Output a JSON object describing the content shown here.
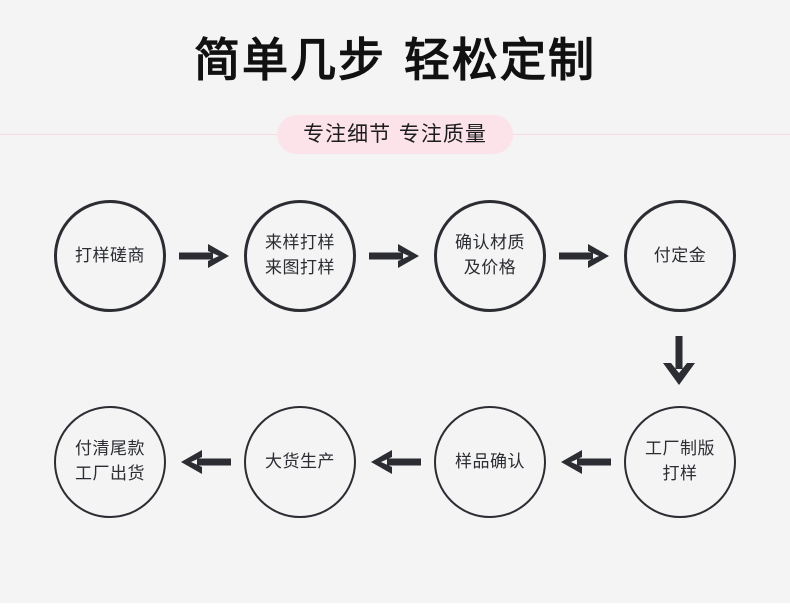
{
  "header": {
    "title": "简单几步 轻松定制",
    "subtitle": "专注细节 专注质量",
    "pill_color": "#fce3ea",
    "line_color": "#fadbe3",
    "title_color": "#111111"
  },
  "theme": {
    "background": "#f4f4f4",
    "node_border": "#2b2d33",
    "node_text": "#2b2d33",
    "arrow_color": "#2b2d33"
  },
  "flow": {
    "top_row": [
      {
        "label": "打样磋商"
      },
      {
        "label": "来样打样\n来图打样"
      },
      {
        "label": "确认材质\n及价格"
      },
      {
        "label": "付定金"
      }
    ],
    "bottom_row": [
      {
        "label": "付清尾款\n工厂出货"
      },
      {
        "label": "大货生产"
      },
      {
        "label": "样品确认"
      },
      {
        "label": "工厂制版\n打样"
      }
    ],
    "arrows": {
      "top": [
        "arrow-right-icon",
        "arrow-right-icon",
        "arrow-right-icon"
      ],
      "connector": "arrow-down-icon",
      "bottom": [
        "arrow-left-icon",
        "arrow-left-icon",
        "arrow-left-icon"
      ]
    }
  }
}
